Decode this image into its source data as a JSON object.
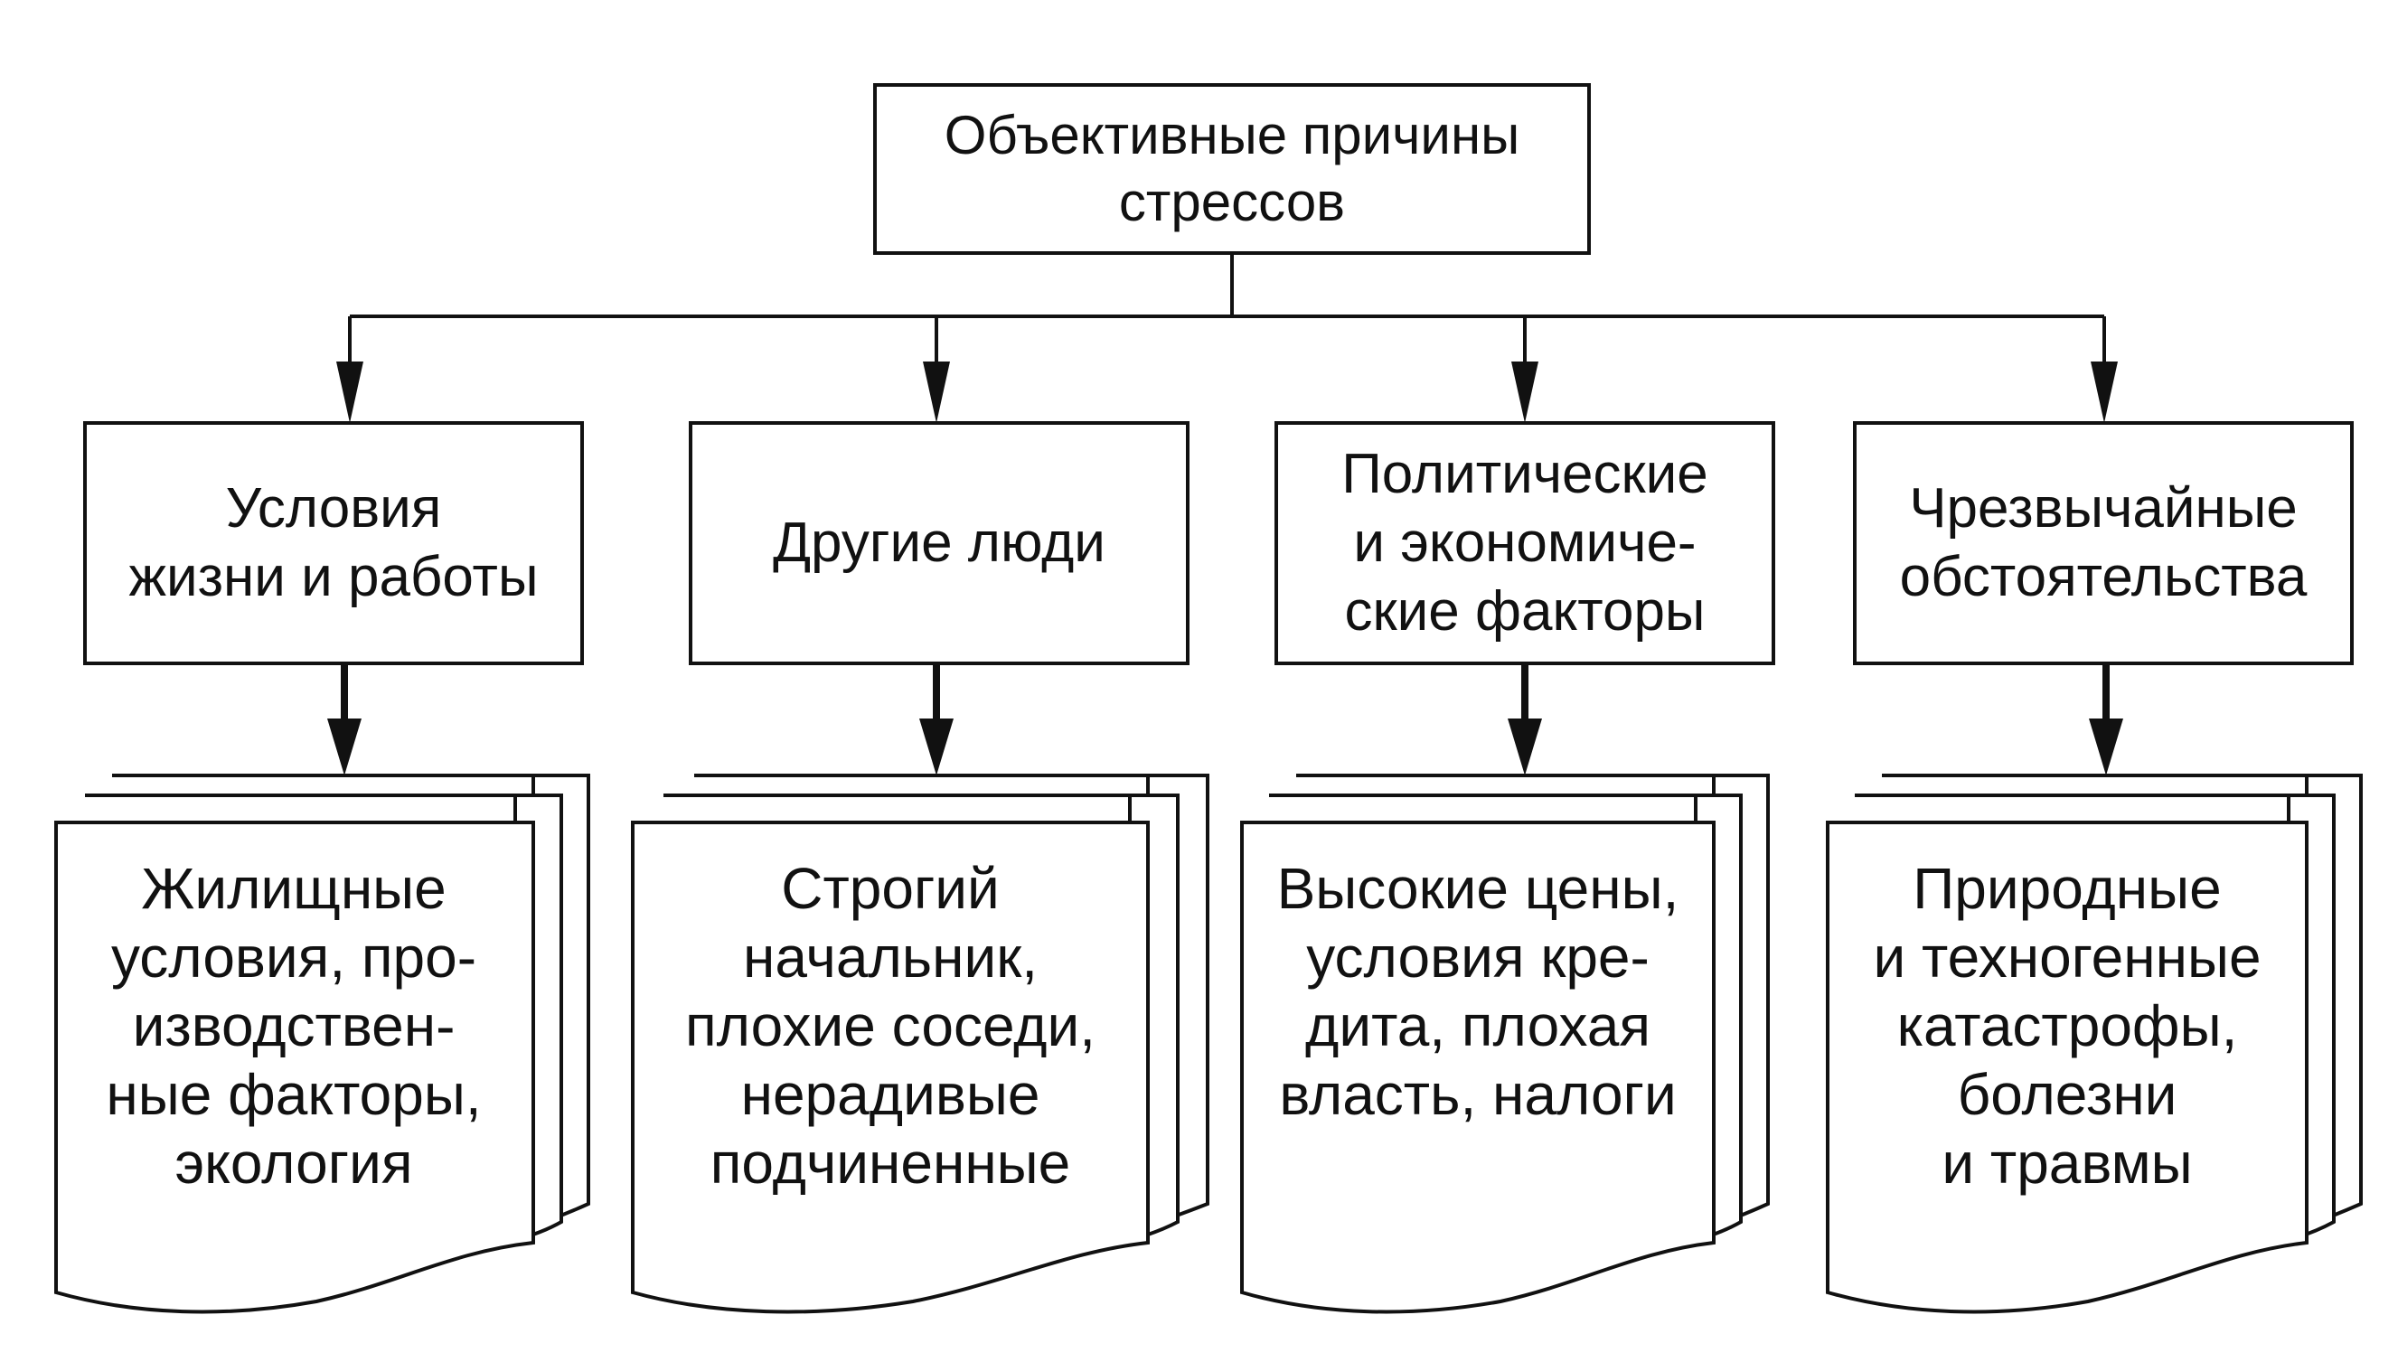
{
  "root": {
    "label": "Объективные причины\nстрессов"
  },
  "categories": [
    {
      "label": "Условия\nжизни и работы",
      "detail": "Жилищные\nусловия, про-\nизводствен-\nные факторы,\nэкология"
    },
    {
      "label": "Другие люди",
      "detail": "Строгий\nначальник,\nплохие соседи,\nнерадивые\nподчиненные"
    },
    {
      "label": "Политические\nи экономиче-\nские факторы",
      "detail": "Высокие цены,\nусловия кре-\nдита, плохая\nвласть, налоги"
    },
    {
      "label": "Чрезвычайные\nобстоятельства",
      "detail": "Природные\nи техногенные\nкатастрофы,\nболезни\nи травмы"
    }
  ]
}
